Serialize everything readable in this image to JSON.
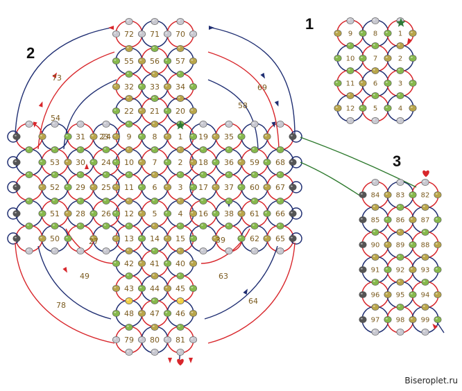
{
  "sections": [
    "1",
    "2",
    "3"
  ],
  "watermark": "Biseroplet.ru",
  "colors": {
    "red": "#d8262b",
    "navy": "#1f2e72",
    "green_link": "#2e7a2e",
    "bead_green": "#86b84c",
    "bead_olive": "#b8a54a",
    "bead_dark": "#555555",
    "bead_grey": "#c8c8d0",
    "bead_yellow": "#f0cf45",
    "label": "#7a5a1e",
    "star": "#2e7a36",
    "heart": "#d8262b"
  },
  "icons": {
    "start": "star-icon",
    "end": "heart-icon"
  },
  "diagram2": {
    "cells": [
      [
        "72",
        "71",
        "70"
      ],
      [
        "55",
        "56",
        "57"
      ],
      [
        "32",
        "33",
        "34"
      ],
      [
        "22",
        "21",
        "20"
      ],
      [
        "9",
        "8",
        "1"
      ],
      [
        "10",
        "7",
        "2"
      ],
      [
        "11",
        "6",
        "3"
      ],
      [
        "12",
        "5",
        "4"
      ],
      [
        "13",
        "14",
        "15"
      ],
      [
        "42",
        "41",
        "40"
      ],
      [
        "43",
        "44",
        "45"
      ],
      [
        "48",
        "47",
        "46"
      ],
      [
        "79",
        "80",
        "81"
      ]
    ],
    "left_cols": [
      [
        "31",
        "24"
      ],
      [
        "53",
        "30",
        "24"
      ],
      [
        "52",
        "29",
        "25"
      ],
      [
        "51",
        "28",
        "26"
      ],
      [
        "50",
        "27"
      ]
    ],
    "right_cols": [
      [
        "19",
        "35"
      ],
      [
        "18",
        "36",
        "59",
        "68"
      ],
      [
        "17",
        "37",
        "60",
        "67"
      ],
      [
        "16",
        "38",
        "61",
        "66"
      ],
      [
        "39",
        "62",
        "65"
      ]
    ],
    "loose_labels": [
      "73",
      "54",
      "23",
      "69",
      "58",
      "49",
      "63",
      "78",
      "64"
    ]
  },
  "diagram1": {
    "rows": [
      [
        "9",
        "8",
        "1"
      ],
      [
        "10",
        "7",
        "2"
      ],
      [
        "11",
        "6",
        "3"
      ],
      [
        "12",
        "5",
        "4"
      ]
    ]
  },
  "diagram3": {
    "rows": [
      [
        "84",
        "83",
        "82"
      ],
      [
        "85",
        "86",
        "87"
      ],
      [
        "90",
        "89",
        "88"
      ],
      [
        "91",
        "92",
        "93"
      ],
      [
        "96",
        "95",
        "94"
      ],
      [
        "97",
        "98",
        "99"
      ]
    ]
  }
}
